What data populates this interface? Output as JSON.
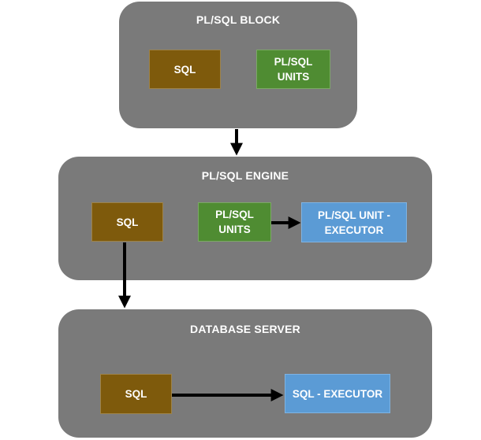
{
  "colors": {
    "panel": "#7a7a7a",
    "sql": "#7e5a0c",
    "units": "#4f8c32",
    "executor": "#5b9bd5",
    "arrow": "#000000"
  },
  "block": {
    "title": "PL/SQL BLOCK",
    "sql": "SQL",
    "units": "PL/SQL\nUNITS"
  },
  "engine": {
    "title": "PL/SQL ENGINE",
    "sql": "SQL",
    "units": "PL/SQL\nUNITS",
    "executor": "PL/SQL UNIT -\nEXECUTOR"
  },
  "server": {
    "title": "DATABASE SERVER",
    "sql": "SQL",
    "executor": "SQL - EXECUTOR"
  }
}
